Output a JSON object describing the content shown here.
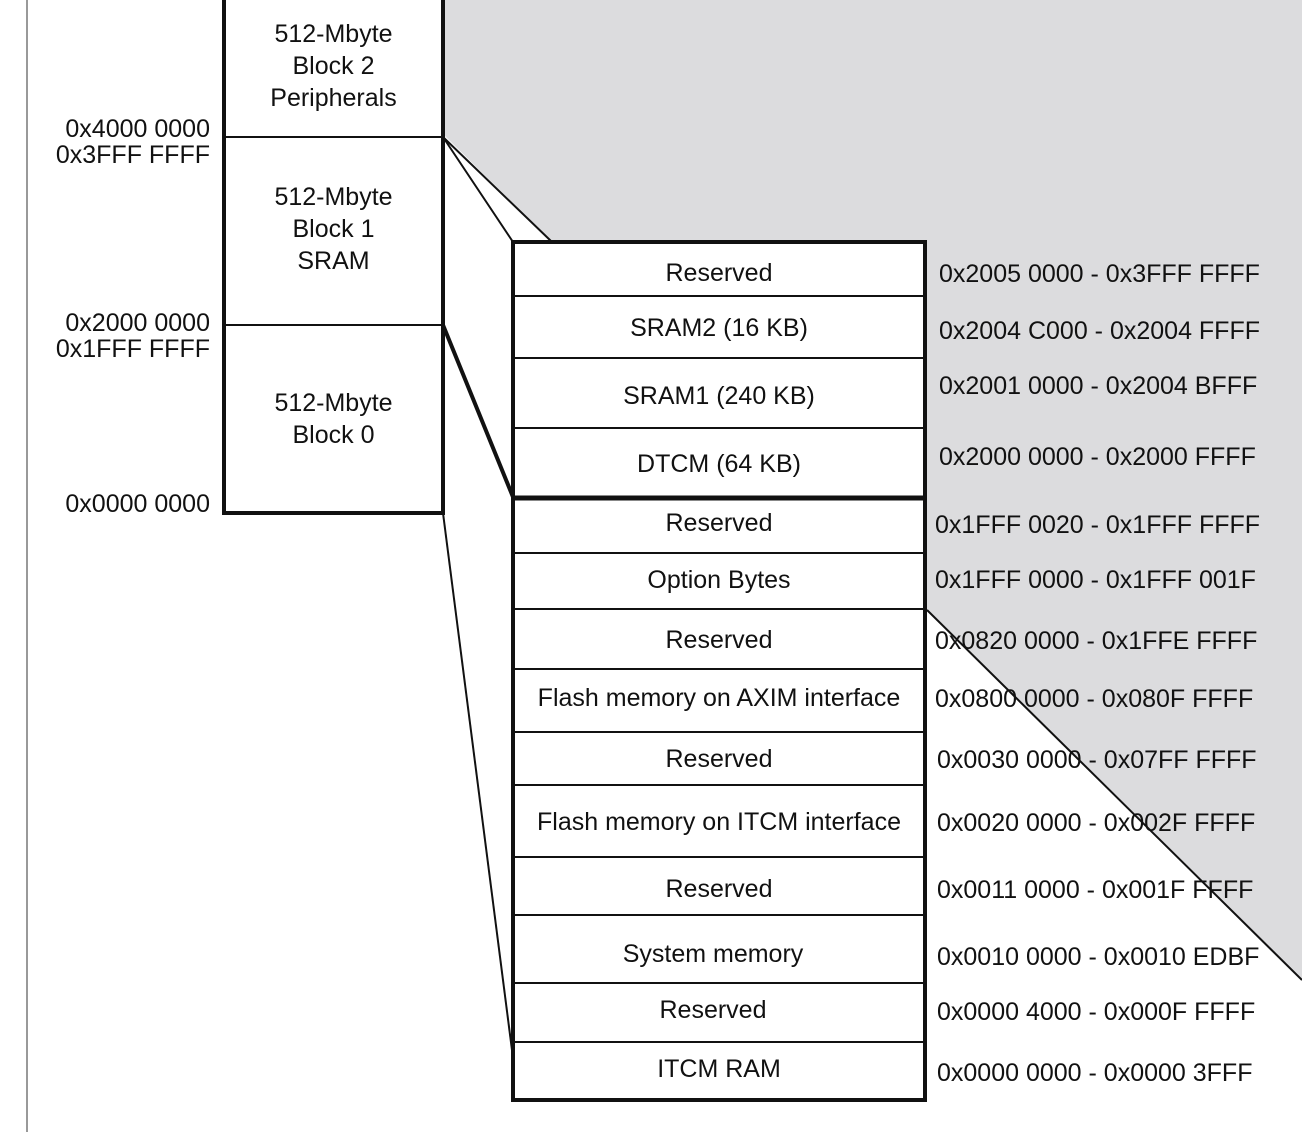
{
  "left_blocks": [
    {
      "lines": [
        "512-Mbyte",
        "Block 2",
        "Peripherals"
      ]
    },
    {
      "lines": [
        "512-Mbyte",
        "Block 1",
        "SRAM"
      ]
    },
    {
      "lines": [
        "512-Mbyte",
        "Block 0"
      ]
    }
  ],
  "left_addresses": [
    {
      "top": "0x4000 0000",
      "bottom": "0x3FFF FFFF"
    },
    {
      "top": "0x2000 0000",
      "bottom": "0x1FFF FFFF"
    },
    {
      "top": "0x0000 0000"
    }
  ],
  "sram_region": [
    {
      "label": "Reserved",
      "range": "0x2005 0000 - 0x3FFF FFFF"
    },
    {
      "label": "SRAM2 (16 KB)",
      "range": "0x2004 C000 - 0x2004 FFFF"
    },
    {
      "label": "SRAM1 (240 KB)",
      "range": "0x2001 0000 - 0x2004 BFFF"
    },
    {
      "label": "DTCM (64 KB)",
      "range": "0x2000 0000 - 0x2000 FFFF"
    }
  ],
  "code_region": [
    {
      "label": "Reserved",
      "range": "0x1FFF 0020 - 0x1FFF FFFF"
    },
    {
      "label": "Option Bytes",
      "range": "0x1FFF 0000 - 0x1FFF 001F"
    },
    {
      "label": "Reserved",
      "range": "0x0820 0000 - 0x1FFE FFFF"
    },
    {
      "label": "Flash memory on AXIM interface",
      "range": "0x0800 0000 - 0x080F FFFF"
    },
    {
      "label": "Reserved",
      "range": "0x0030 0000 - 0x07FF FFFF"
    },
    {
      "label": "Flash memory on ITCM interface",
      "range": "0x0020 0000 - 0x002F FFFF"
    },
    {
      "label": "Reserved",
      "range": "0x0011 0000 - 0x001F FFFF"
    },
    {
      "label": "System memory",
      "range": "0x0010 0000 - 0x0010 EDBF"
    },
    {
      "label": "Reserved",
      "range": "0x0000 4000 - 0x000F FFFF"
    },
    {
      "label": "ITCM RAM",
      "range": "0x0000 0000 - 0x0000 3FFF"
    }
  ],
  "colors": {
    "background_shade": "#dcdcde",
    "line": "#111111",
    "text": "#111111"
  }
}
